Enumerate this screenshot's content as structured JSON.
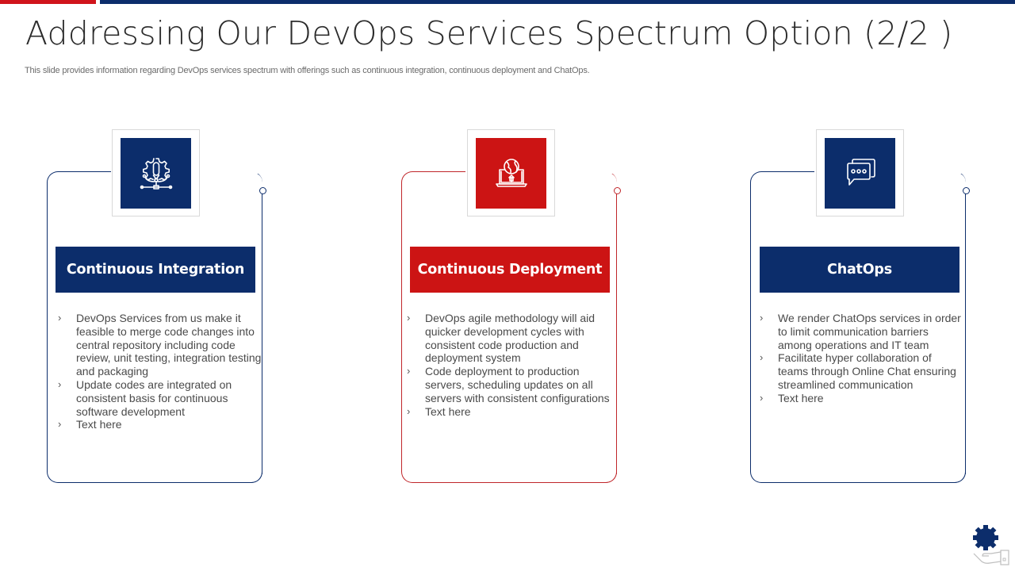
{
  "slide": {
    "title": "Addressing Our DevOps Services Spectrum Option (2/2 )",
    "subtitle": "This slide provides information regarding DevOps services spectrum with offerings such as continuous integration, continuous deployment and ChatOps."
  },
  "colors": {
    "primary_blue": "#0c2d6b",
    "accent_red": "#cc1414",
    "text_gray": "#4a4a4a"
  },
  "cards": [
    {
      "icon": "gear-pen-network-icon",
      "heading": "Continuous Integration",
      "theme": "blue",
      "bullets": [
        "DevOps Services from us make it feasible to merge code changes into central repository including code review,  unit testing, integration testing and packaging",
        "Update codes are integrated on consistent basis for continuous software development",
        "Text here"
      ]
    },
    {
      "icon": "laptop-globe-upload-icon",
      "heading": "Continuous Deployment",
      "theme": "red",
      "bullets": [
        "DevOps agile methodology will  aid quicker development cycles with consistent code production and deployment system",
        "Code deployment to production servers, scheduling updates on all servers with  consistent configurations",
        "Text here"
      ]
    },
    {
      "icon": "chat-bubbles-icon",
      "heading": "ChatOps",
      "theme": "blue",
      "bullets": [
        "We render ChatOps services in order to limit  communication barriers among operations and IT team",
        "Facilitate hyper collaboration of teams through Online Chat ensuring streamlined communication",
        "Text here"
      ]
    }
  ],
  "bullet_marker": "›",
  "footer": {
    "logo_icon": "hand-gear-icon"
  }
}
